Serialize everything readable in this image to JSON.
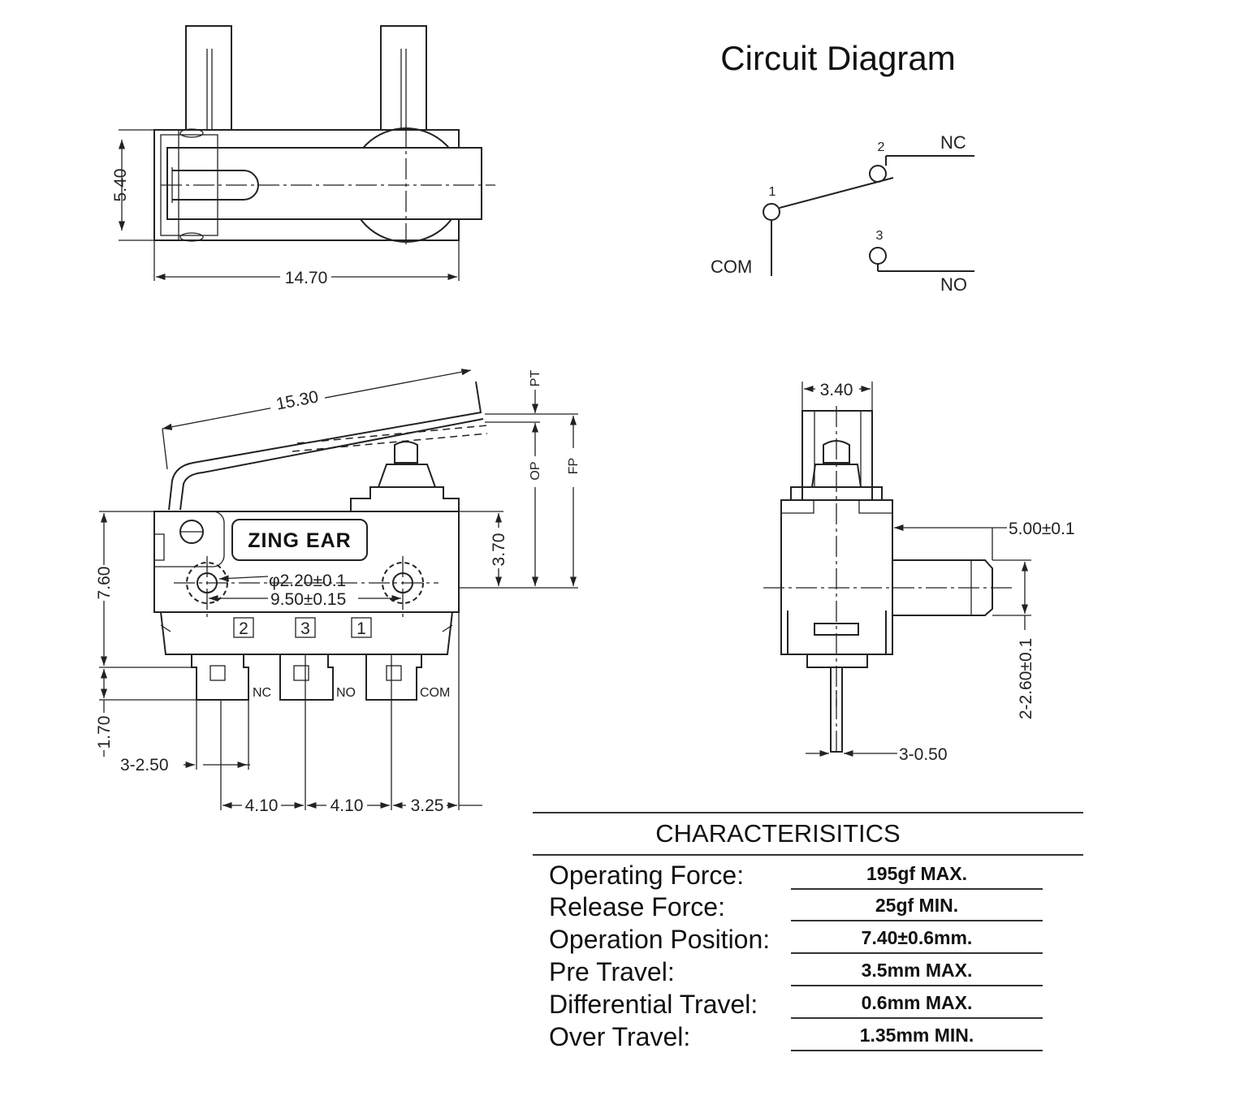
{
  "circuit": {
    "title": "Circuit Diagram",
    "pin1": "1",
    "pin2": "2",
    "pin3": "3",
    "com": "COM",
    "nc": "NC",
    "no": "NO"
  },
  "top_view": {
    "height_dim": "5.40",
    "width_dim": "14.70"
  },
  "front_view": {
    "lever_dim": "15.30",
    "pt_label": "PT",
    "op_label": "OP",
    "fp_label": "FP",
    "brand": "ZING EAR",
    "hole_dim": "φ2.20±0.1",
    "hole_pitch": "9.50±0.15",
    "dim_370": "3.70",
    "dim_760": "7.60",
    "dim_170": "1.70",
    "dim_3_250": "3-2.50",
    "dim_410_a": "4.10",
    "dim_410_b": "4.10",
    "dim_325": "3.25",
    "term_box_2": "2",
    "term_box_3": "3",
    "term_box_1": "1",
    "term_nc": "NC",
    "term_no": "NO",
    "term_com": "COM"
  },
  "side_view": {
    "dim_340": "3.40",
    "dim_500": "5.00±0.1",
    "dim_260": "2-2.60±0.1",
    "dim_050": "3-0.50"
  },
  "characteristics": {
    "heading": "CHARACTERISITICS",
    "rows": [
      {
        "label": "Operating Force:",
        "value": "195gf MAX."
      },
      {
        "label": "Release Force:",
        "value": "25gf MIN."
      },
      {
        "label": "Operation Position:",
        "value": "7.40±0.6mm."
      },
      {
        "label": "Pre Travel:",
        "value": "3.5mm MAX."
      },
      {
        "label": "Differential Travel:",
        "value": "0.6mm MAX."
      },
      {
        "label": "Over Travel:",
        "value": "1.35mm MIN."
      }
    ]
  }
}
